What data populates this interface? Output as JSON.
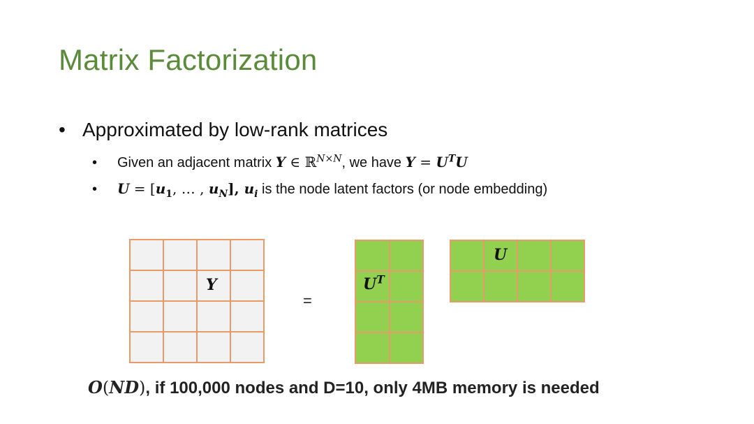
{
  "slide": {
    "title": "Matrix Factorization",
    "bullet_main": "Approximated by low-rank matrices",
    "bullet_dot": "•",
    "sub1": {
      "text1": "Given an adjacent matrix ",
      "y": "Y",
      "in": " ∈ ",
      "reals": "ℝ",
      "reals_sup": "N×N",
      "text2": ", we have ",
      "eq_lhs": "Y",
      "eq_sign": " = ",
      "eq_u": "U",
      "eq_sup": "T",
      "eq_u2": "U"
    },
    "sub2": {
      "u": "U",
      "eq": " = [",
      "u1": "u",
      "u1_sub": "1",
      "mid": ", … , ",
      "uN": "u",
      "uN_sub": "N",
      "close": "], ",
      "ui": "u",
      "ui_sub": "i",
      "text": " is the node latent factors (or node embedding)"
    },
    "matrix_labels": {
      "y": "Y",
      "ut_base": "U",
      "ut_sup": "T",
      "u": "U"
    },
    "equals": "=",
    "footer": {
      "math_o": "O",
      "math_paren_open": "(",
      "math_nd": "ND",
      "math_paren_close": ")",
      "text": ", if 100,000 nodes and D=10, only 4MB memory is needed"
    },
    "colors": {
      "title": "#5b8a3a",
      "matrix_border": "#e79a6a",
      "matrix_y_fill": "#f2f2f2",
      "matrix_u_fill": "#92d050"
    }
  }
}
